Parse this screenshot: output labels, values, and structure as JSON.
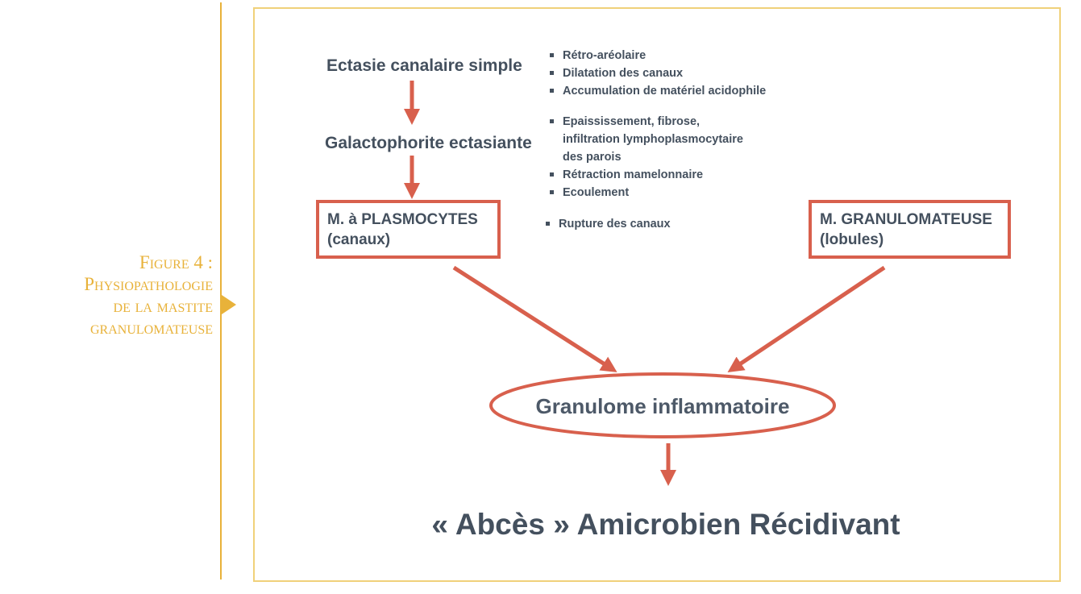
{
  "caption": {
    "line1": "Figure 4 :",
    "line2": "Physiopathologie",
    "line3": "de la mastite",
    "line4": "granulomateuse"
  },
  "colors": {
    "accent": "#e8b23a",
    "arrow": "#d8604d",
    "text": "#44505e"
  },
  "nodes": {
    "ectasie": "Ectasie canalaire simple",
    "galactophorite": "Galactophorite ectasiante",
    "plasmocytes": {
      "line1": "M. à  PLASMOCYTES",
      "line2": "(canaux)"
    },
    "granulomateuse": {
      "line1": "M. GRANULOMATEUSE",
      "line2": "(lobules)"
    },
    "granulome": "Granulome inflammatoire",
    "abces": "« Abcès » Amicrobien Récidivant"
  },
  "bullets_ectasie": [
    "Rétro-aréolaire",
    "Dilatation des canaux",
    "Accumulation de matériel acidophile"
  ],
  "bullets_galactophorite": {
    "item1": {
      "line1": "Epaississement, fibrose,",
      "line2": "infiltration lymphoplasmocytaire",
      "line3": "des parois"
    },
    "item2": "Rétraction mamelonnaire",
    "item3": "Ecoulement"
  },
  "bullets_plasmocytes": [
    "Rupture des canaux"
  ]
}
